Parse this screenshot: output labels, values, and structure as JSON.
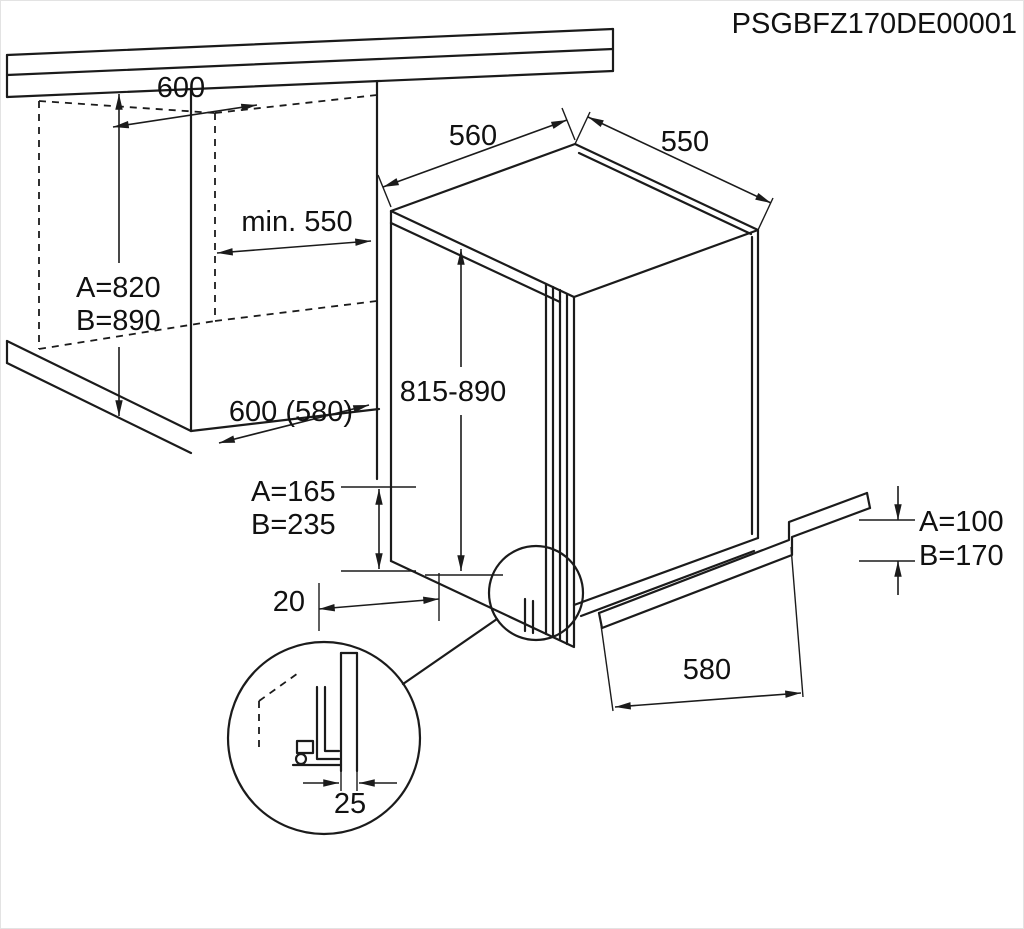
{
  "title": "PSGBFZ170DE00001",
  "dimensions": {
    "counter_depth": "600",
    "niche_min_depth": "min. 550",
    "niche_height_a": "A=820",
    "niche_height_b": "B=890",
    "niche_floor_depth": "600 (580)",
    "appliance_width": "560",
    "appliance_depth": "550",
    "appliance_height": "815-890",
    "plinth_recess_a": "A=165",
    "plinth_recess_b": "B=235",
    "front_gap": "20",
    "plinth_height_a": "A=100",
    "plinth_height_b": "B=170",
    "plinth_length": "580",
    "detail_gap": "25"
  }
}
